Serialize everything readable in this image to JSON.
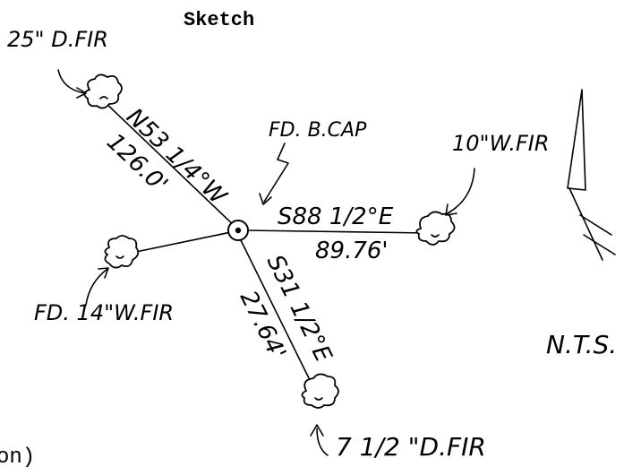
{
  "title": "Sketch",
  "partial_caption": "on)",
  "center": {
    "label": "FD. B.CAP"
  },
  "ties": [
    {
      "id": "nw",
      "tree_label": "25\" D.FIR",
      "bearing": "N53 1/4°W",
      "distance": "126.0'"
    },
    {
      "id": "e",
      "tree_label": "10\"W.FIR",
      "bearing": "S88 1/2°E",
      "distance": "89.76'"
    },
    {
      "id": "w",
      "tree_label": "FD. 14\"W.FIR",
      "bearing": "",
      "distance": ""
    },
    {
      "id": "s",
      "tree_label": "7 1/2 \"D.FIR",
      "bearing": "S31 1/2°E",
      "distance": "27.64'"
    }
  ],
  "north_arrow": {
    "scale_note": "N.T.S."
  }
}
